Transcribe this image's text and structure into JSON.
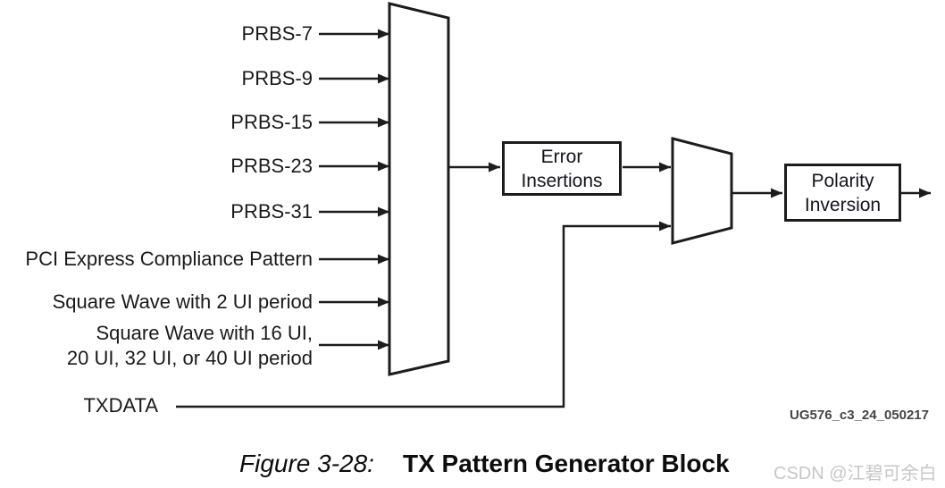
{
  "diagram": {
    "inputs": [
      "PRBS-7",
      "PRBS-9",
      "PRBS-15",
      "PRBS-23",
      "PRBS-31",
      "PCI Express Compliance Pattern",
      "Square Wave with 2 UI period",
      {
        "line1": "Square Wave with 16 UI,",
        "line2": "20 UI, 32 UI, or 40 UI period"
      }
    ],
    "txdata_label": "TXDATA",
    "blocks": {
      "error_insertions": {
        "line1": "Error",
        "line2": "Insertions"
      },
      "polarity_inversion": {
        "line1": "Polarity",
        "line2": "Inversion"
      }
    },
    "doc_ref": "UG576_c3_24_050217"
  },
  "caption": {
    "figure_label": "Figure 3-28:",
    "title": "TX Pattern Generator Block"
  },
  "watermark": "CSDN @江碧可余白",
  "colors": {
    "line": "#1c1c1c",
    "text": "#1a1a1a",
    "doc_ref": "#454545",
    "watermark": "#c7c7c7",
    "background": "#ffffff"
  }
}
